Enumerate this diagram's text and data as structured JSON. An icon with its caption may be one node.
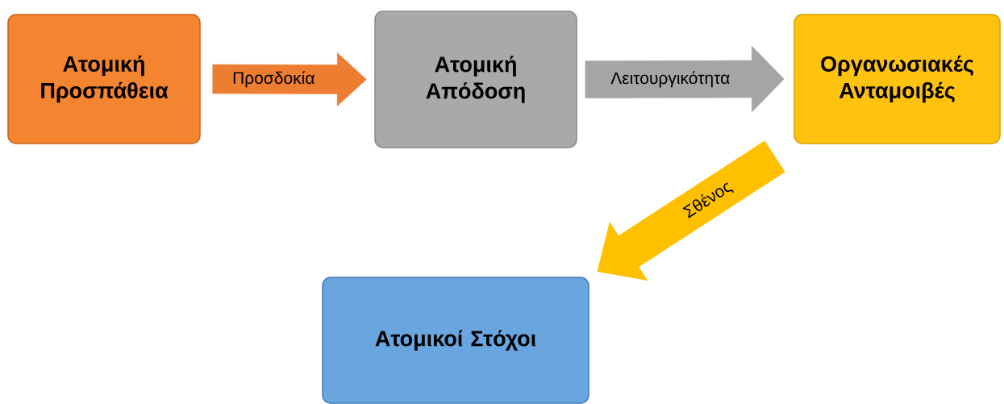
{
  "diagram": {
    "nodes": [
      {
        "text": [
          "Ατομική Προσπάθεια"
        ]
      },
      {
        "text": [
          "Ατομική Απόδοση"
        ]
      },
      {
        "text": [
          "Οργανωσιακές Ανταμοιβές"
        ]
      },
      {
        "text": [
          "Ατομικοί Στόχοι"
        ]
      }
    ],
    "edges": [
      {
        "from": 0,
        "to": 1,
        "arrow": "to",
        "label": "Προσδοκία",
        "color": "#ed7d31"
      },
      {
        "from": 1,
        "to": 2,
        "arrow": "to",
        "label": "Λειτουργικότητα",
        "color": "#a5a5a5"
      },
      {
        "from": 2,
        "to": 3,
        "arrow": "to",
        "label": "Σθένος",
        "color": "#ffc000"
      }
    ]
  }
}
